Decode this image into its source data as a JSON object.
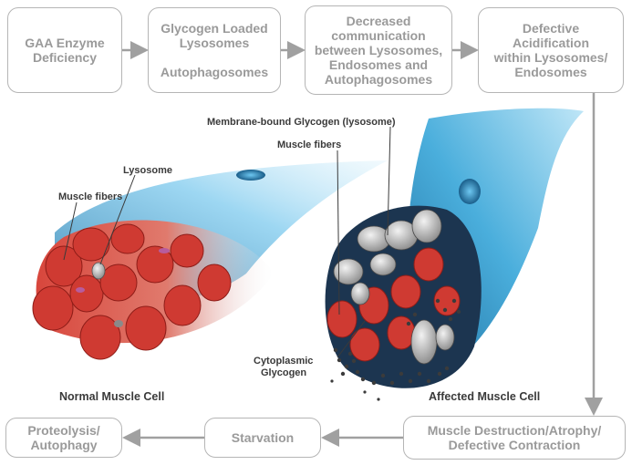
{
  "flow": {
    "box1": [
      "GAA Enzyme",
      "Deficiency"
    ],
    "box2_top": [
      "Glycogen Loaded",
      "Lysosomes"
    ],
    "box2_bottom": "Autophagosomes",
    "box3": [
      "Decreased",
      "communication",
      "between Lysosomes,",
      "Endosomes and",
      "Autophagosomes"
    ],
    "box4": [
      "Defective",
      "Acidification",
      "within Lysosomes/",
      "Endosomes"
    ],
    "box5": [
      "Muscle Destruction/Atrophy/",
      "Defective Contraction"
    ],
    "box6": "Starvation",
    "box7": [
      "Proteolysis/",
      "Autophagy"
    ]
  },
  "labels": {
    "membrane_glycogen": "Membrane-bound Glycogen (lysosome)",
    "muscle_fibers_right": "Muscle fibers",
    "lysosome": "Lysosome",
    "muscle_fibers_left": "Muscle fibers",
    "cytoplasmic_1": "Cytoplasmic",
    "cytoplasmic_2": "Glycogen"
  },
  "captions": {
    "normal": "Normal Muscle Cell",
    "affected": "Affected Muscle Cell"
  },
  "colors": {
    "box_border": "#b5b5b5",
    "box_text": "#9a9a9a",
    "arrow": "#a0a0a0",
    "fiber_red": "#d8463c",
    "sheath_blue": "#3a9ccf"
  }
}
